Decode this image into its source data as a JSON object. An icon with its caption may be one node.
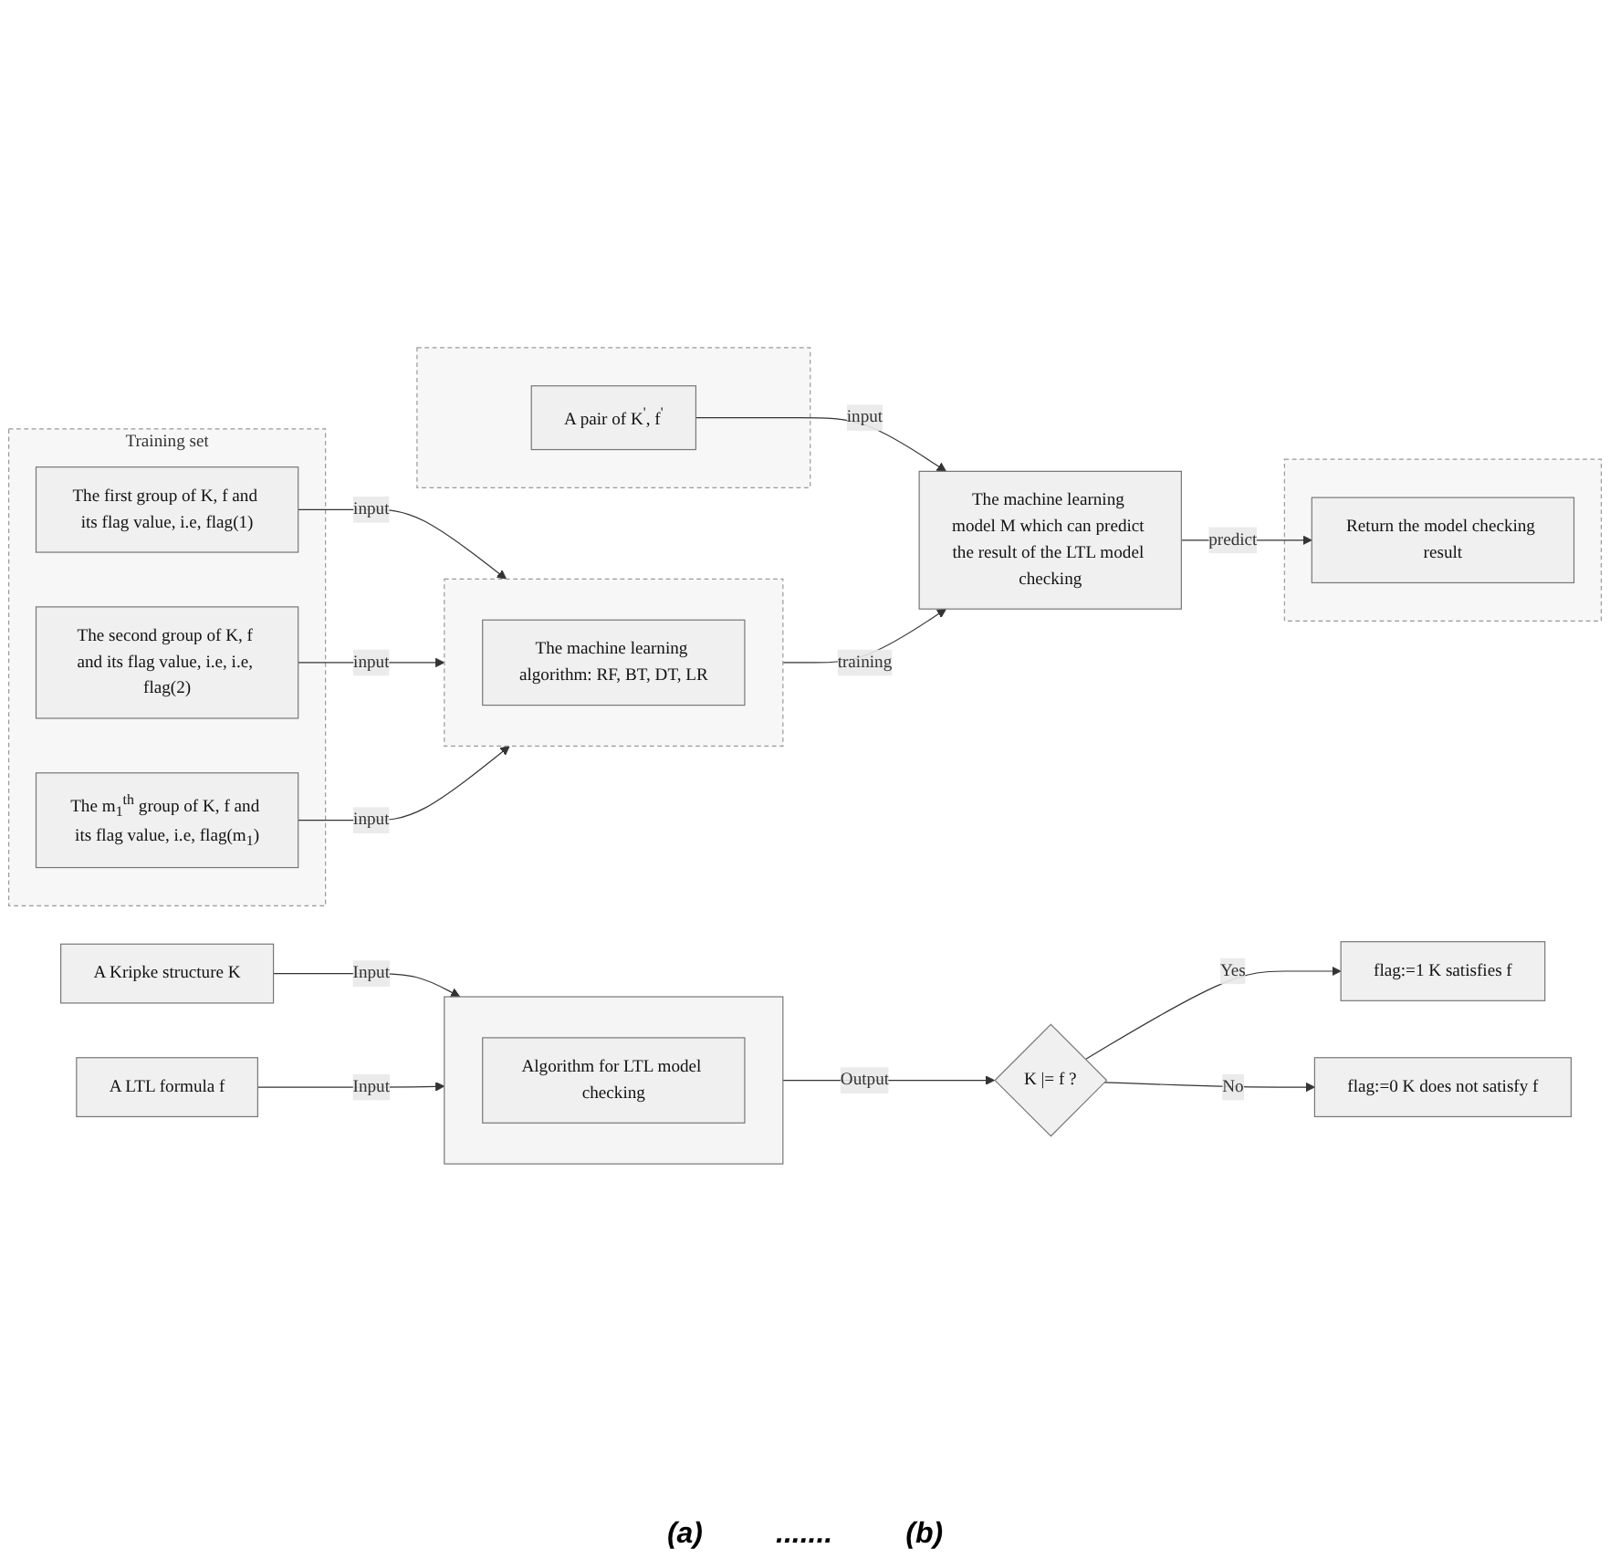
{
  "diagram": {
    "nodes": [
      {
        "text": [
          "A  Kripke structure  K"
        ]
      },
      {
        "text": [
          "A LTL formula f"
        ]
      },
      {
        "text": [],
        "shape": "box"
      },
      {
        "text": [
          "Algorithm for LTL model checking"
        ],
        "in": 2
      },
      {
        "text": [
          "K |= f ?"
        ]
      },
      {
        "text": [
          "flag:=1 K satisfies f"
        ]
      },
      {
        "text": [
          "flag:=0 K does not satisfy f"
        ]
      },
      {
        "text": [
          "Training set"
        ]
      },
      {
        "text": [
          "The first group of K, f and its flag value, i.e, flag(1)"
        ],
        "in": 7
      },
      {
        "text": [
          "The second group of K, f and its flag value, i.e, i.e, flag(2)"
        ],
        "in": 7
      },
      {
        "text": [
          "The m$_{1}$$^{th}$ group of K, f and its flag value, i.e, flag(m$_{1}$)"
        ],
        "in": 7
      },
      {
        "text": [],
        "shape": "box"
      },
      {
        "text": [
          "The machine learning algorithm: RF, BT, DT, LR"
        ],
        "in": 11
      },
      {
        "text": [],
        "shape": "box"
      },
      {
        "text": [
          "A pair of K$^{'}$, f$^{'}$"
        ],
        "in": 13
      },
      {
        "text": [
          "The machine learning model M which can predict the result of the LTL model checking"
        ]
      },
      {
        "text": [],
        "shape": "box"
      },
      {
        "text": [
          "Return the model checking result"
        ],
        "in": 16
      }
    ],
    "edges": [
      {
        "from": 0,
        "to": 2,
        "arrow": "to",
        "label": "Input"
      },
      {
        "from": 1,
        "to": 2,
        "arrow": "to",
        "label": "Input"
      },
      {
        "from": 2,
        "to": 4,
        "arrow": "to",
        "label": "Output"
      },
      {
        "from": 4,
        "to": 5,
        "arrow": "to",
        "label": "Yes"
      },
      {
        "from": 4,
        "to": 6,
        "arrow": "to",
        "label": "No"
      },
      {
        "from": 8,
        "to": 11,
        "arrow": "to",
        "label": "input"
      },
      {
        "from": 9,
        "to": 11,
        "arrow": "to",
        "label": "input"
      },
      {
        "from": 10,
        "to": 11,
        "arrow": "to",
        "label": "input"
      },
      {
        "from": 11,
        "to": 15,
        "arrow": "to",
        "label": "training"
      },
      {
        "from": 14,
        "to": 15,
        "arrow": "to",
        "label": "input"
      },
      {
        "from": 15,
        "to": 17,
        "arrow": "to",
        "label": "predict"
      }
    ],
    "labels": [
      "(a)",
      ".......",
      "(b)"
    ]
  }
}
